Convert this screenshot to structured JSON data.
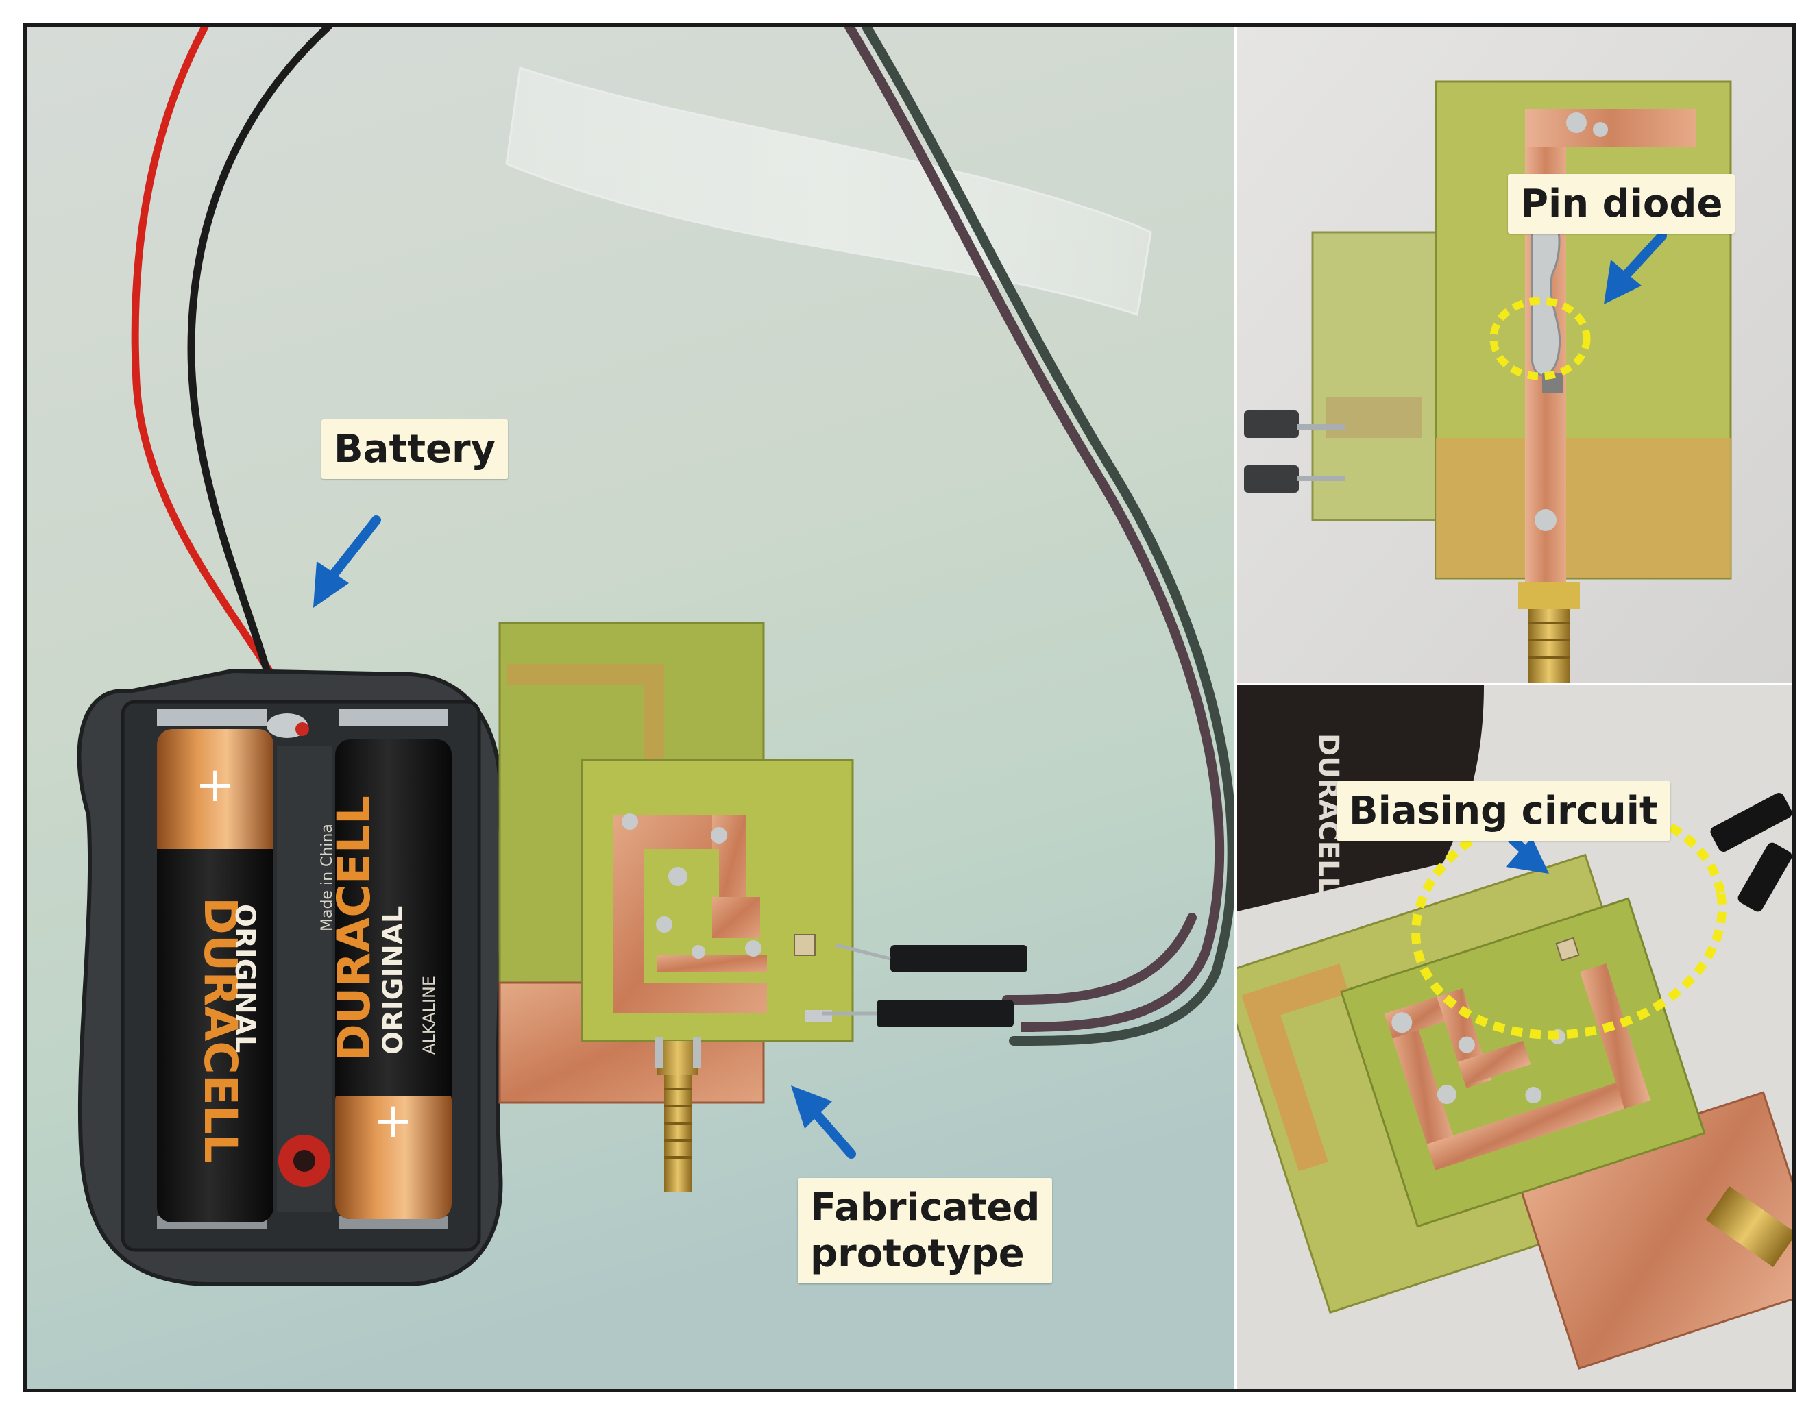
{
  "labels": {
    "battery": "Battery",
    "fabricated_line1": "Fabricated",
    "fabricated_line2": "prototype",
    "pin_diode": "Pin diode",
    "biasing_circuit": "Biasing circuit"
  },
  "battery_text": {
    "brand": "DURACELL",
    "line": "ORIGINAL",
    "type": "ALKALINE",
    "made_in": "Made in China",
    "plus": "+"
  },
  "colors": {
    "arrow": "#1565c0",
    "highlight_circle": "#f4ea1a",
    "label_bg": "#fbf6dc",
    "pcb": "#a9b73f",
    "copper": "#d89470"
  }
}
